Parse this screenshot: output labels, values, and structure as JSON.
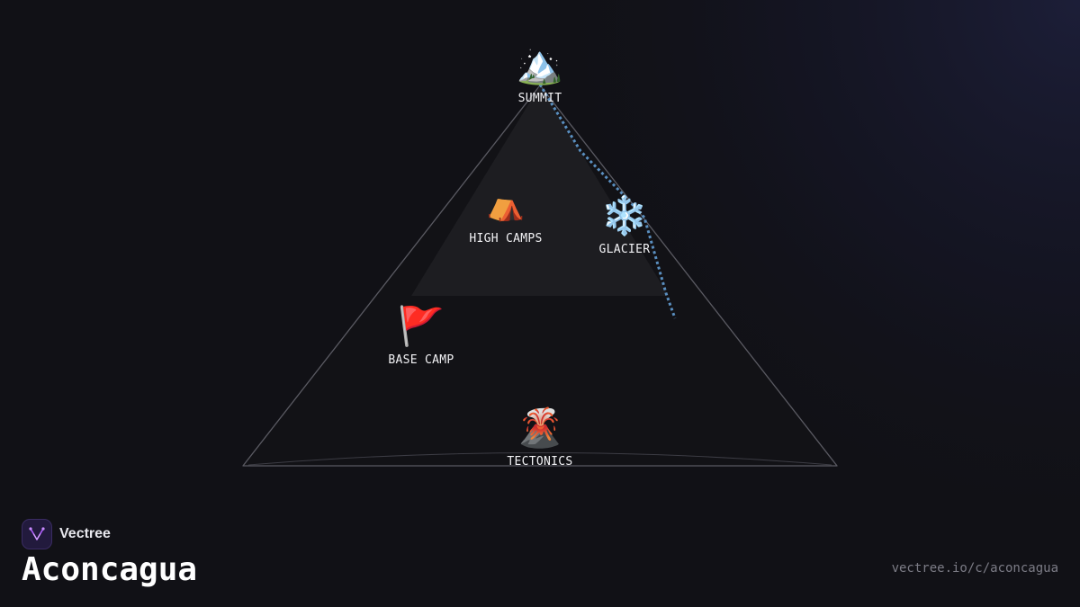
{
  "brand": {
    "name": "Vectree",
    "logo_icon": "vectree-logo-icon"
  },
  "page": {
    "title": "Aconcagua",
    "url": "vectree.io/c/aconcagua"
  },
  "colors": {
    "background": "#111116",
    "accent_glow": "#1d1f3a",
    "outline": "#5a5a62",
    "upper_fill": "#1d1d21",
    "route": "#5a8fc0",
    "logo_accent": "#b05cff"
  },
  "nodes": {
    "summit": {
      "label": "SUMMIT",
      "icon": "snow-capped-mountain-icon",
      "glyph": "🏔️"
    },
    "high_camps": {
      "label": "HIGH CAMPS",
      "icon": "tent-icon",
      "glyph": "⛺"
    },
    "glacier": {
      "label": "GLACIER",
      "icon": "snowflake-icon",
      "glyph": "❄️"
    },
    "base_camp": {
      "label": "BASE CAMP",
      "icon": "red-flag-icon",
      "glyph": "🚩"
    },
    "tectonics": {
      "label": "TECTONICS",
      "icon": "volcano-icon",
      "glyph": "🌋"
    }
  }
}
